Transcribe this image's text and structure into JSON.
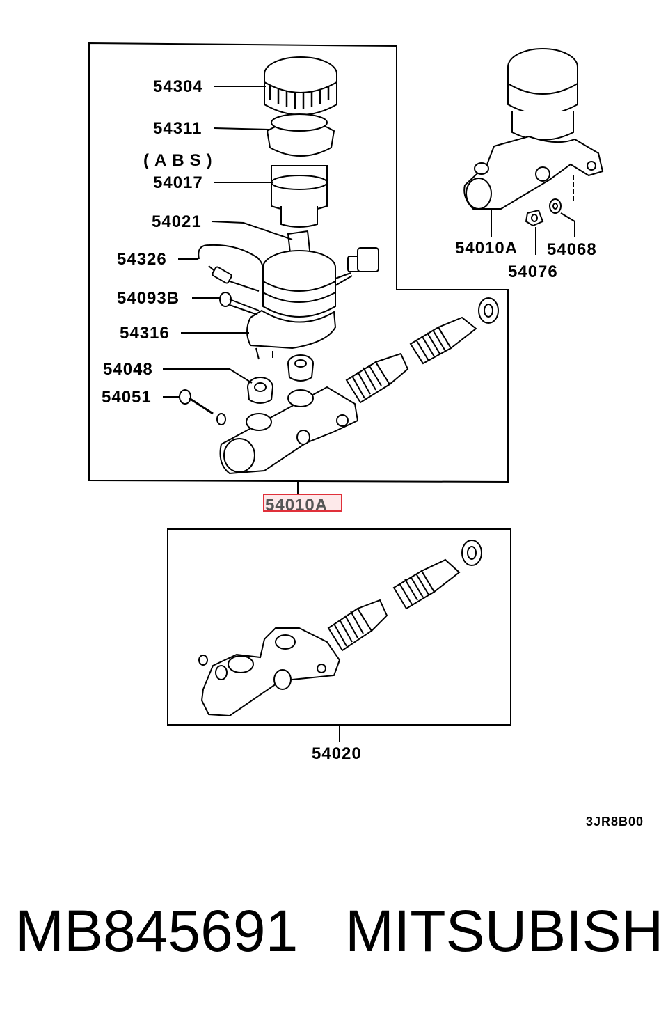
{
  "diagram": {
    "labels": {
      "reservoir_cap": "54304",
      "reservoir_seal": "54311",
      "abs_note": "(ABS)",
      "strainer": "54017",
      "float": "54021",
      "wire_harness": "54326",
      "screw_b": "54093B",
      "reservoir": "54316",
      "grommet": "54048",
      "pin": "54051",
      "assembly_right": "54010A",
      "nut": "54076",
      "washer": "54068",
      "assembly_selected": "54010A",
      "cylinder_kit": "54020"
    },
    "drawing_code": "3JR8B00",
    "highlight_color": "#e0303a"
  },
  "footer": {
    "part_number": "MB845691",
    "brand": "MITSUBISHI"
  }
}
